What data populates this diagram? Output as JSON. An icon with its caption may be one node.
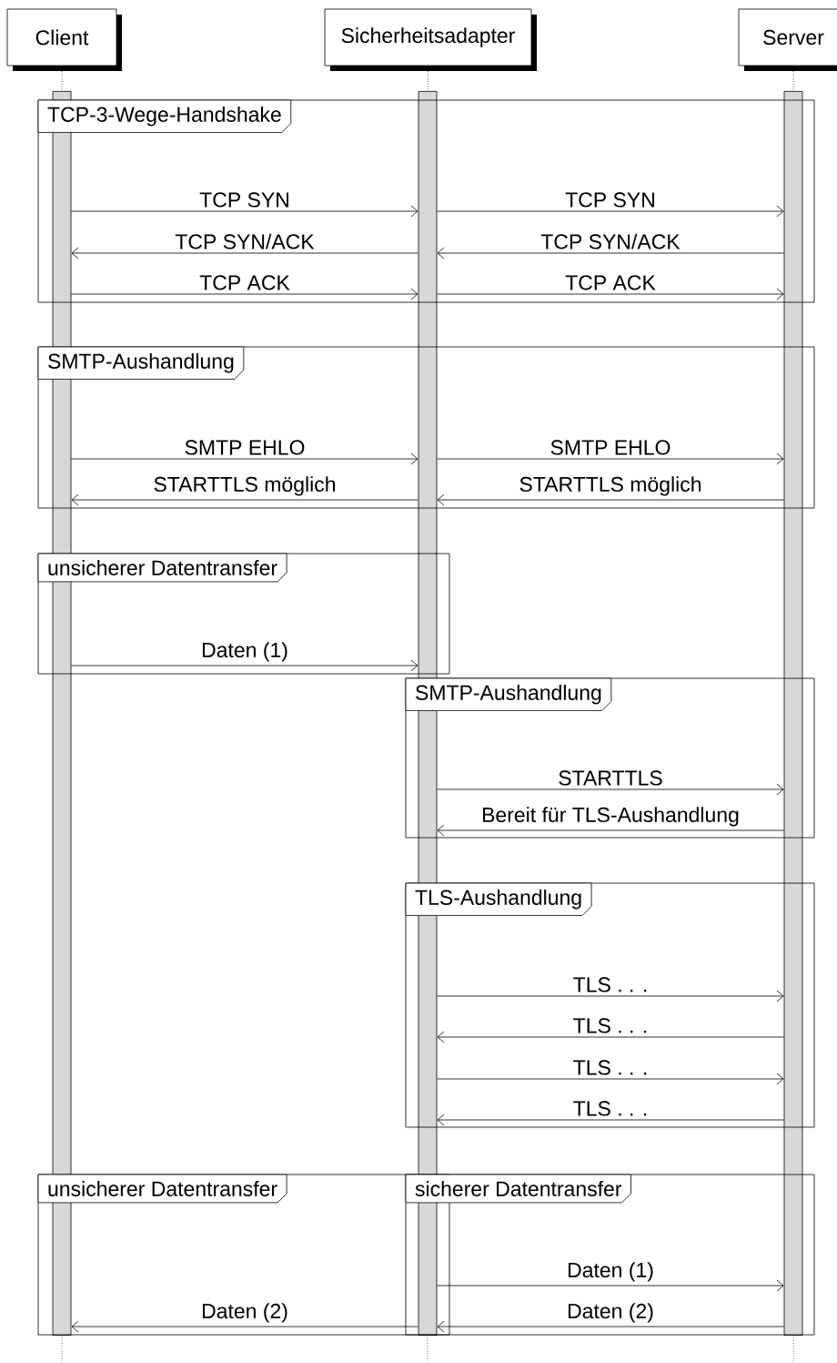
{
  "diagram": {
    "nodes": [
      {
        "text": [
          "Client"
        ]
      },
      {
        "text": [
          "Sicherheitsadapter"
        ]
      },
      {
        "text": [
          "Server"
        ]
      },
      {
        "text": [],
        "shape": "bar"
      },
      {
        "text": [],
        "shape": "bar"
      },
      {
        "text": [],
        "shape": "bar"
      },
      {
        "text": [
          "TCP-3-Wege-Handshake"
        ]
      },
      {
        "text": [
          "SMTP-Aushandlung"
        ]
      },
      {
        "text": [
          "unsicherer Datentransfer"
        ]
      },
      {
        "text": [
          "SMTP-Aushandlung"
        ]
      },
      {
        "text": [
          "TLS-Aushandlung"
        ]
      },
      {
        "text": [
          "unsicherer Datentransfer"
        ]
      },
      {
        "text": [
          "sicherer Datentransfer"
        ]
      }
    ],
    "edges": [
      {
        "from": 0,
        "to": 3,
        "arrow": "none",
        "style": "dashed"
      },
      {
        "from": 1,
        "to": 4,
        "arrow": "none",
        "style": "dashed"
      },
      {
        "from": 2,
        "to": 5,
        "arrow": "none",
        "style": "dashed"
      },
      {
        "from": 3,
        "to": 4,
        "arrow": "to",
        "label": "TCP SYN"
      },
      {
        "from": 4,
        "to": 5,
        "arrow": "to",
        "label": "TCP SYN"
      },
      {
        "from": 4,
        "to": 3,
        "arrow": "to",
        "label": "TCP SYN/ACK"
      },
      {
        "from": 5,
        "to": 4,
        "arrow": "to",
        "label": "TCP SYN/ACK"
      },
      {
        "from": 3,
        "to": 4,
        "arrow": "to",
        "label": "TCP ACK"
      },
      {
        "from": 4,
        "to": 5,
        "arrow": "to",
        "label": "TCP ACK"
      },
      {
        "from": 3,
        "to": 4,
        "arrow": "to",
        "label": "SMTP EHLO"
      },
      {
        "from": 4,
        "to": 5,
        "arrow": "to",
        "label": "SMTP EHLO"
      },
      {
        "from": 4,
        "to": 3,
        "arrow": "to",
        "label": "STARTTLS möglich"
      },
      {
        "from": 5,
        "to": 4,
        "arrow": "to",
        "label": "STARTTLS möglich"
      },
      {
        "from": 3,
        "to": 4,
        "arrow": "to",
        "label": "Daten (1)"
      },
      {
        "from": 4,
        "to": 5,
        "arrow": "to",
        "label": "STARTTLS"
      },
      {
        "from": 5,
        "to": 4,
        "arrow": "to",
        "label": "Bereit für TLS-Aushandlung"
      },
      {
        "from": 4,
        "to": 5,
        "arrow": "to",
        "label": "TLS . . ."
      },
      {
        "from": 5,
        "to": 4,
        "arrow": "to",
        "label": "TLS . . ."
      },
      {
        "from": 4,
        "to": 5,
        "arrow": "to",
        "label": "TLS . . ."
      },
      {
        "from": 5,
        "to": 4,
        "arrow": "to",
        "label": "TLS . . ."
      },
      {
        "from": 4,
        "to": 5,
        "arrow": "to",
        "label": "Daten (1)"
      },
      {
        "from": 5,
        "to": 4,
        "arrow": "to",
        "label": "Daten (2)"
      },
      {
        "from": 4,
        "to": 3,
        "arrow": "to",
        "label": "Daten (2)"
      },
      {
        "from": 3,
        "to": null,
        "arrow": "none",
        "style": "dashed"
      },
      {
        "from": 4,
        "to": null,
        "arrow": "none",
        "style": "dashed"
      },
      {
        "from": 5,
        "to": null,
        "arrow": "none",
        "style": "dashed"
      }
    ]
  }
}
